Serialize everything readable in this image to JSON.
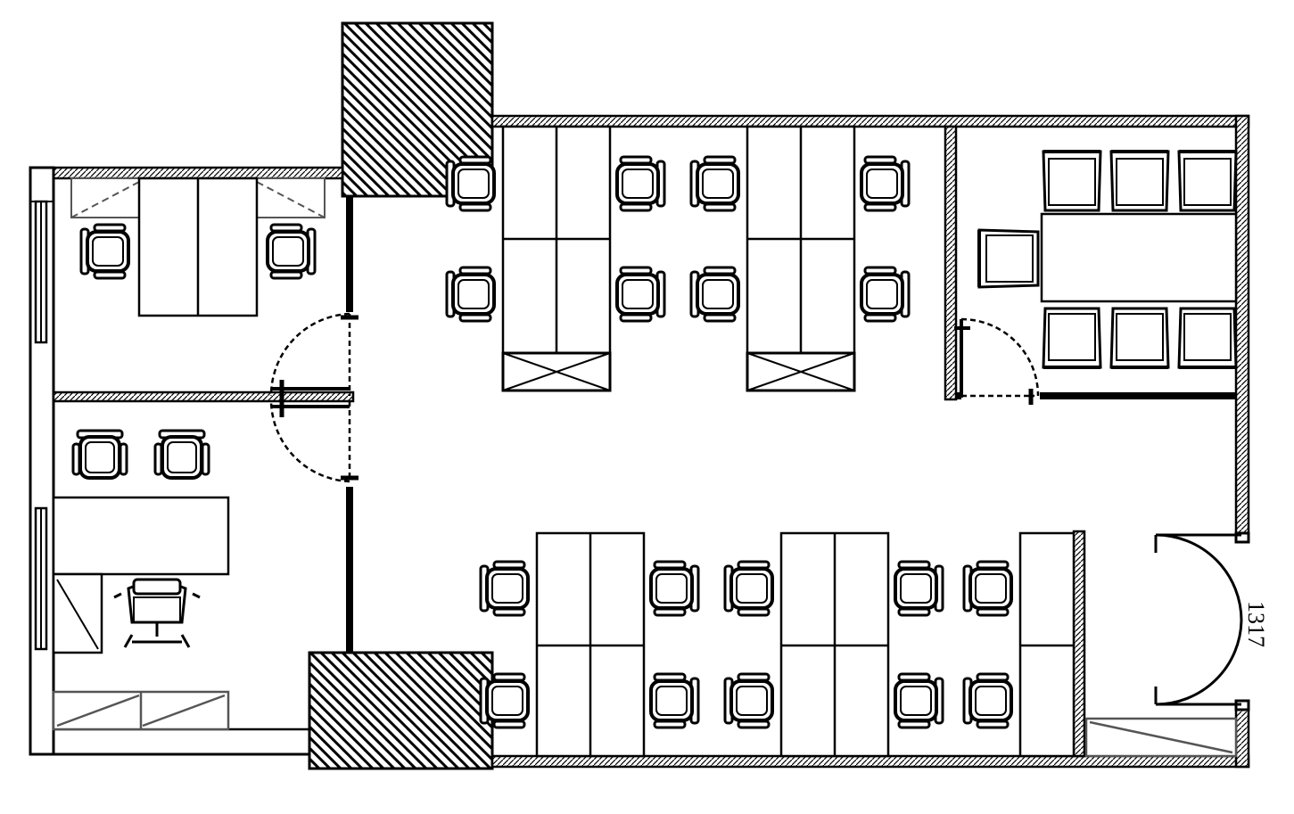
{
  "plan": {
    "room_number": "1317"
  },
  "colors": {
    "line": "#000000",
    "background": "#ffffff",
    "cabinet_line": "#555555"
  },
  "chairs": {
    "office_a": 2,
    "office_b_guest": 2,
    "office_b_desk": 1,
    "workstations_upper": 8,
    "workstations_lower": 10,
    "conference": 7
  }
}
